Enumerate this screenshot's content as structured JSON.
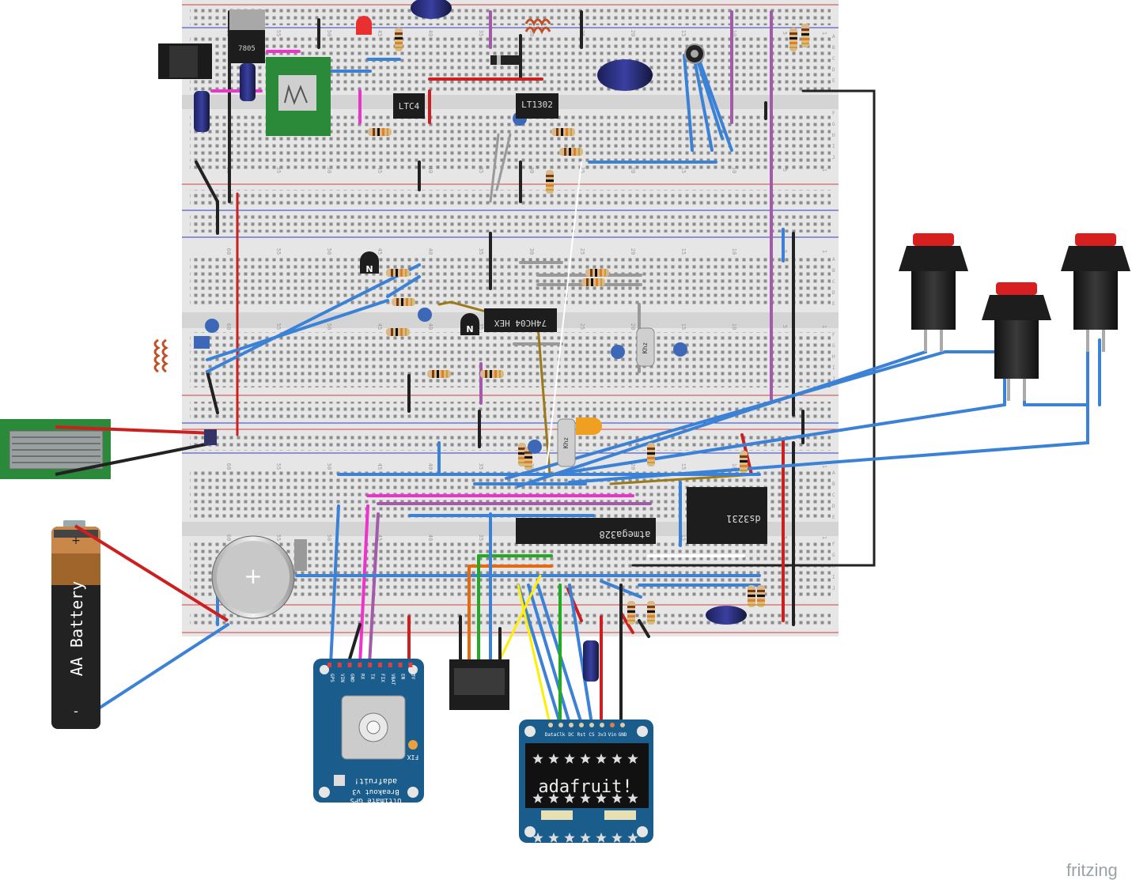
{
  "watermark": "fritzing",
  "parts": {
    "regulator": "7805",
    "chip_a": "LTC4",
    "chip_b": "LT1302",
    "chip_hex": "74HC04 HEX",
    "mcu": "atmega328",
    "rtc": "ds3231",
    "crystal": "Khz",
    "battery": "AA Battery",
    "battery_plus": "+",
    "battery_minus": "-",
    "gps_brand": "adafruit!",
    "gps_title": "Ultimate GPS",
    "gps_subtitle": "Breakout v3",
    "gps_fix": "FIX",
    "gps_pins": [
      "GPS",
      "VIN",
      "GND",
      "RX",
      "TX",
      "FIX",
      "VBAT",
      "EN",
      "3V"
    ],
    "oled_brand": "adafruit!",
    "oled_pins": [
      "Data",
      "Clk",
      "DC",
      "Rst",
      "CS",
      "3v3",
      "Vin",
      "GND"
    ],
    "transistor_mark": "N"
  },
  "breadboard": {
    "column_numbers": [
      "60",
      "55",
      "50",
      "45",
      "40",
      "35",
      "30",
      "25",
      "20",
      "15",
      "10",
      "5",
      "1"
    ],
    "row_letters": [
      "A",
      "B",
      "C",
      "D",
      "E",
      "F",
      "G",
      "H",
      "I",
      "J"
    ]
  },
  "colors": {
    "board": "#eaeaea",
    "wire_blue": "#3b82d6",
    "wire_red": "#cc1f1f",
    "wire_black": "#222222",
    "wire_pink": "#ee33cc",
    "wire_purple": "#a35aa8",
    "wire_green": "#22aa22",
    "wire_yellow": "#ffee00",
    "wire_orange": "#e86a10",
    "wire_brown": "#9b7a1a",
    "pcb_blue": "#1a5c8c",
    "pcb_green": "#2a8a3a",
    "button_red": "#d81f1f"
  }
}
